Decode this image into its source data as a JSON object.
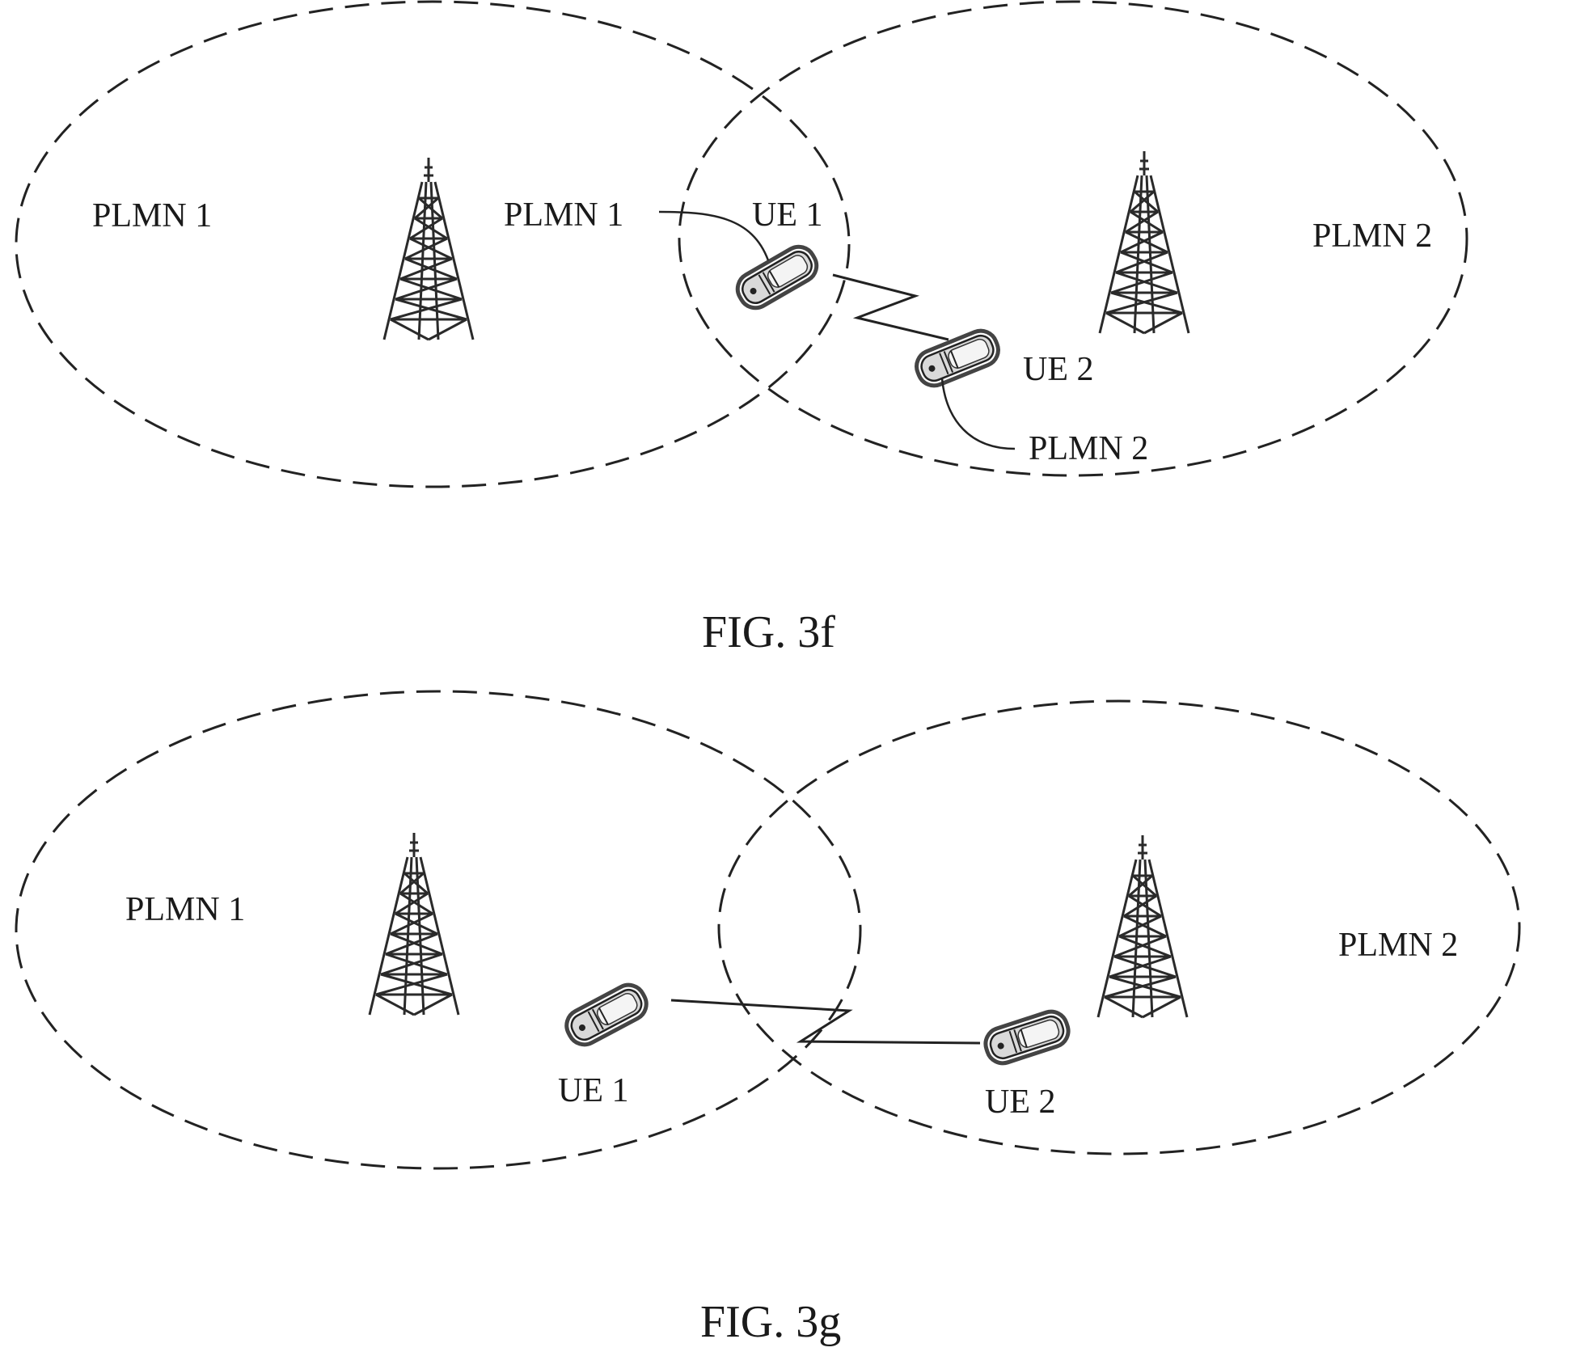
{
  "figures": [
    {
      "id": "fig3f",
      "caption": "FIG. 3f",
      "cells": [
        {
          "label": "PLMN 1"
        },
        {
          "label": "PLMN 2"
        }
      ],
      "ue1": {
        "label": "UE 1",
        "plmn_callout": "PLMN 1"
      },
      "ue2": {
        "label": "UE 2",
        "plmn_callout": "PLMN 2"
      }
    },
    {
      "id": "fig3g",
      "caption": "FIG. 3g",
      "cells": [
        {
          "label": "PLMN 1"
        },
        {
          "label": "PLMN 2"
        }
      ],
      "ue1": {
        "label": "UE 1"
      },
      "ue2": {
        "label": "UE 2"
      }
    }
  ],
  "icons": {
    "base_station": "transmission-tower-icon",
    "user_equipment": "mobile-phone-icon",
    "link": "wireless-link-bolt"
  },
  "colors": {
    "stroke": "#222222",
    "background": "#ffffff"
  }
}
